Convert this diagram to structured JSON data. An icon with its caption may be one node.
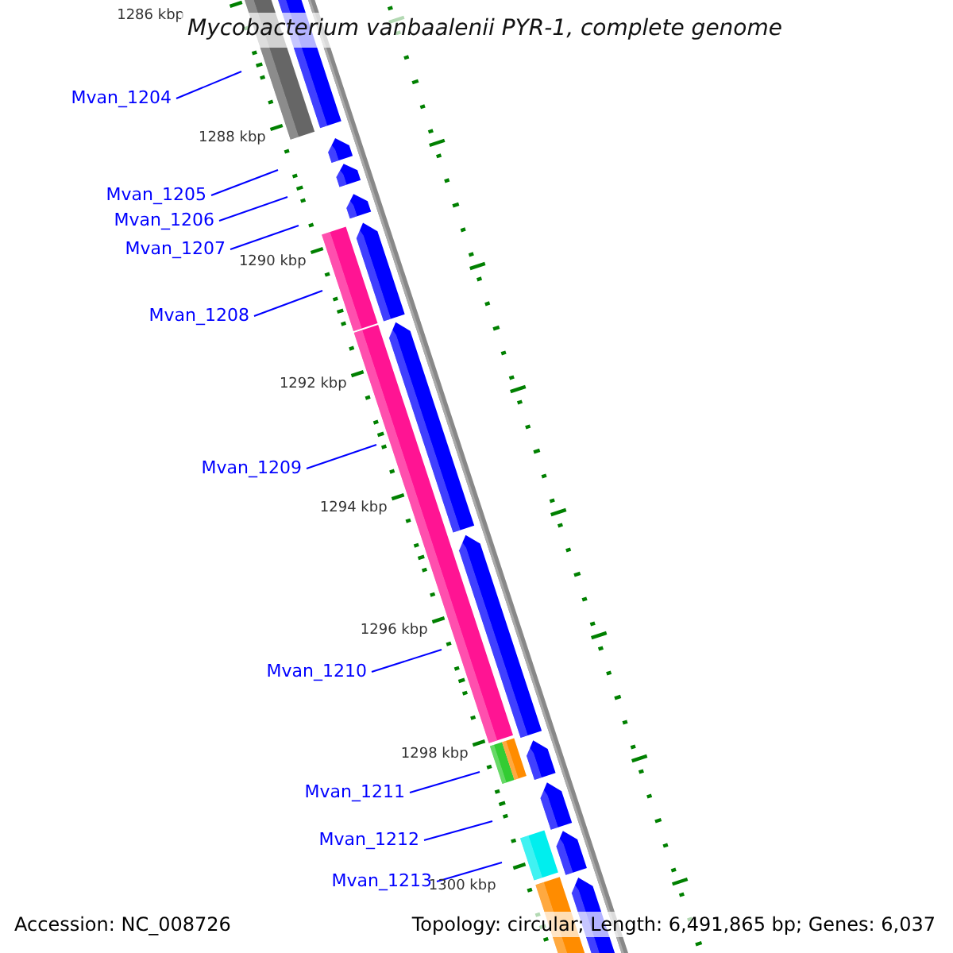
{
  "diagram": {
    "title": "Mycobacterium vanbaalenii PYR-1, complete genome",
    "nodes": [
      {
        "text": [
          "Mvan_1204"
        ]
      },
      {
        "text": [
          "Mvan_1205"
        ]
      },
      {
        "text": [
          "Mvan_1206"
        ]
      },
      {
        "text": [
          "Mvan_1207"
        ]
      },
      {
        "text": [
          "Mvan_1208"
        ]
      },
      {
        "text": [
          "Mvan_1209"
        ]
      },
      {
        "text": [
          "Mvan_1210"
        ]
      },
      {
        "text": [
          "Mvan_1211"
        ]
      },
      {
        "text": [
          "Mvan_1212"
        ]
      },
      {
        "text": [
          "Mvan_1213"
        ]
      }
    ],
    "edges": [
      {
        "from": 0,
        "to": null,
        "arrow": "none"
      },
      {
        "from": 1,
        "to": null,
        "arrow": "none"
      },
      {
        "from": 2,
        "to": null,
        "arrow": "none"
      },
      {
        "from": 3,
        "to": null,
        "arrow": "none"
      },
      {
        "from": 4,
        "to": null,
        "arrow": "none"
      },
      {
        "from": 5,
        "to": null,
        "arrow": "none"
      },
      {
        "from": 6,
        "to": null,
        "arrow": "none"
      },
      {
        "from": 7,
        "to": null,
        "arrow": "none"
      },
      {
        "from": 8,
        "to": null,
        "arrow": "none"
      },
      {
        "from": 9,
        "to": null,
        "arrow": "none"
      }
    ],
    "labels": [
      "1286 kbp",
      "1288 kbp",
      "1290 kbp",
      "1292 kbp",
      "1294 kbp",
      "1296 kbp",
      "1298 kbp",
      "1300 kbp",
      "Accession: NC_008726",
      "Topology: circular; Length: 6,491,865 bp; Genes: 6,037"
    ]
  }
}
